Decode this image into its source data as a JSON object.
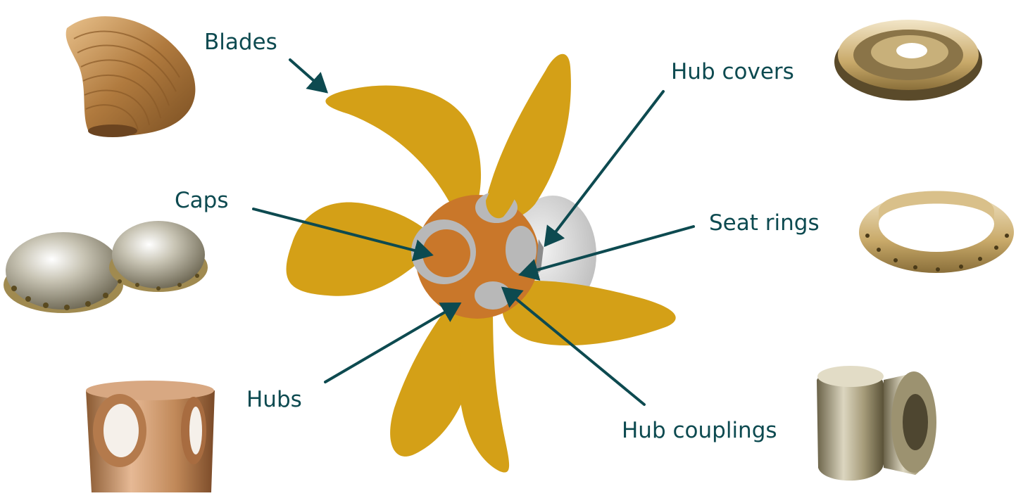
{
  "colors": {
    "blade": "#d4a017",
    "hub": "#c9772a",
    "seat": "#b8b8b8",
    "cone": "#dcdcdc",
    "text": "#0d4a50",
    "arrow": "#0d4a50"
  },
  "labels": {
    "blades": "Blades",
    "hub_covers": "Hub covers",
    "caps": "Caps",
    "seat_rings": "Seat rings",
    "hubs": "Hubs",
    "hub_couplings": "Hub couplings"
  },
  "photos": [
    {
      "name": "blade-photo",
      "depicts": "cast bronze propeller blade"
    },
    {
      "name": "caps-photo",
      "depicts": "two domed hub caps"
    },
    {
      "name": "hub-photo",
      "depicts": "machined bronze hub"
    },
    {
      "name": "hub-cover-photo",
      "depicts": "hub cover"
    },
    {
      "name": "seat-ring-photo",
      "depicts": "flanged seat ring"
    },
    {
      "name": "hub-coupling-photo",
      "depicts": "hub coupling"
    }
  ]
}
